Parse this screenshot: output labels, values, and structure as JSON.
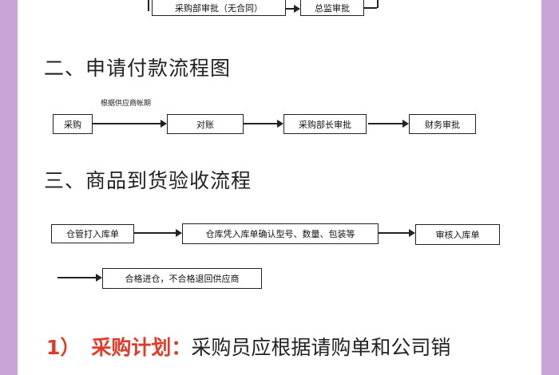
{
  "section1": {
    "box_a": "采购部审批（无合同）",
    "box_b": "总监审批"
  },
  "section2": {
    "heading": "二、申请付款流程图",
    "note": "根据供应商帐期",
    "steps": [
      "采购",
      "对账",
      "采购部长审批",
      "财务审批"
    ]
  },
  "section3": {
    "heading": "三、商品到货验收流程",
    "steps": [
      "仓管打入库单",
      "仓库凭入库单确认型号、数量、包装等",
      "审核入库单"
    ],
    "final_step": "合格进仓，不合格退回供应商"
  },
  "bottom": {
    "number": "1）",
    "label": "采购计划：",
    "text": "采购员应根据请购单和公司销"
  }
}
